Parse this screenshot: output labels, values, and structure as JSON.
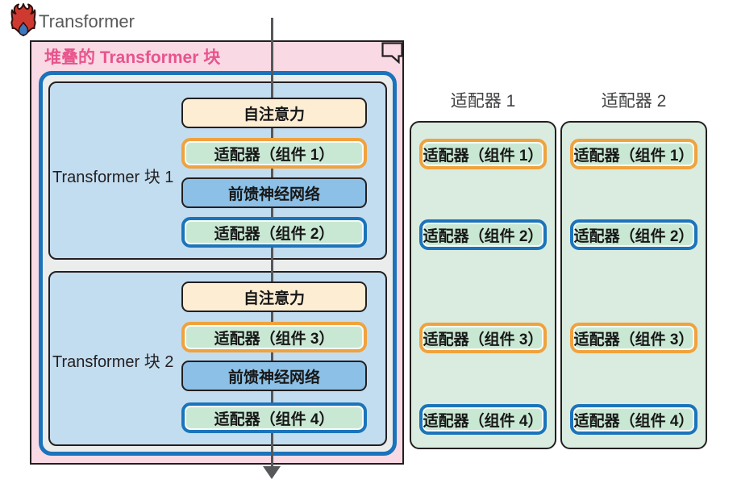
{
  "logo": {
    "label": "Transformer"
  },
  "stacked_box": {
    "title": "堆叠的 Transformer 块"
  },
  "blocks": [
    {
      "label": "Transformer 块 1",
      "layers": [
        {
          "text": "自注意力",
          "type": "attention"
        },
        {
          "text": "适配器（组件 1）",
          "type": "adapter-orange"
        },
        {
          "text": "前馈神经网络",
          "type": "ffn"
        },
        {
          "text": "适配器（组件 2）",
          "type": "adapter-blue"
        }
      ]
    },
    {
      "label": "Transformer 块 2",
      "layers": [
        {
          "text": "自注意力",
          "type": "attention"
        },
        {
          "text": "适配器（组件 3）",
          "type": "adapter-orange"
        },
        {
          "text": "前馈神经网络",
          "type": "ffn"
        },
        {
          "text": "适配器（组件 4）",
          "type": "adapter-blue"
        }
      ]
    }
  ],
  "adapter_panels": [
    {
      "title": "适配器 1",
      "items": [
        {
          "text": "适配器（组件 1）",
          "accent": "orange"
        },
        {
          "text": "适配器（组件 2）",
          "accent": "blue"
        },
        {
          "text": "适配器（组件 3）",
          "accent": "orange"
        },
        {
          "text": "适配器（组件 4）",
          "accent": "blue"
        }
      ]
    },
    {
      "title": "适配器 2",
      "items": [
        {
          "text": "适配器（组件 1）",
          "accent": "orange"
        },
        {
          "text": "适配器（组件 2）",
          "accent": "blue"
        },
        {
          "text": "适配器（组件 3）",
          "accent": "orange"
        },
        {
          "text": "适配器（组件 4）",
          "accent": "blue"
        }
      ]
    }
  ],
  "icons": {
    "flame": "flame-icon",
    "speech_bubble": "speech-bubble-icon",
    "flow_arrow": "downward-flow-arrow"
  },
  "colors": {
    "pink_bg": "#f9d9e4",
    "pink_title": "#e8548c",
    "container_border_blue": "#1a73bb",
    "container_gap_gray": "#ebecec",
    "block_bg": "#c3ddf0",
    "attention_bg": "#fdedd3",
    "ffn_bg": "#8cc0e6",
    "adapter_bg": "#c9e8d3",
    "panel_bg": "#d9ecdf",
    "orange_accent": "#f0a23d",
    "blue_accent": "#1b74bb",
    "outline_black": "#231f20",
    "gray_text": "#57585a",
    "flame_red": "#cf3a30",
    "flame_blue": "#3c78bd"
  }
}
